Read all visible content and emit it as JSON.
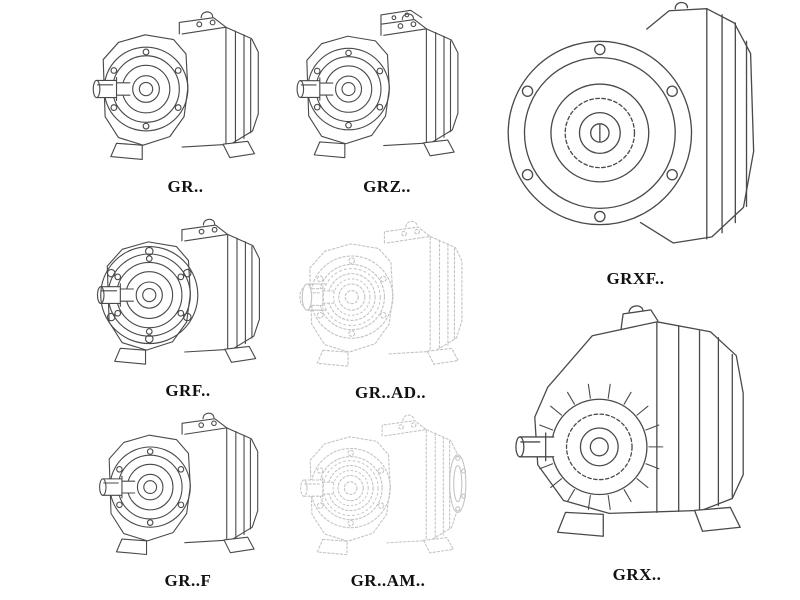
{
  "page": {
    "background": "#ffffff"
  },
  "colors": {
    "line": "#4a4a4a",
    "faded_line": "#c4c4c4",
    "label_text": "#111111"
  },
  "figures": [
    {
      "id": "gr",
      "label": "GR..",
      "style": "solid"
    },
    {
      "id": "grz",
      "label": "GRZ..",
      "style": "solid"
    },
    {
      "id": "grxf",
      "label": "GRXF..",
      "style": "solid"
    },
    {
      "id": "grf",
      "label": "GRF..",
      "style": "solid"
    },
    {
      "id": "gr-ad",
      "label": "GR..AD..",
      "style": "faded"
    },
    {
      "id": "gr-f",
      "label": "GR..F",
      "style": "solid"
    },
    {
      "id": "gr-am",
      "label": "GR..AM..",
      "style": "faded"
    },
    {
      "id": "grx",
      "label": "GRX..",
      "style": "solid"
    }
  ]
}
